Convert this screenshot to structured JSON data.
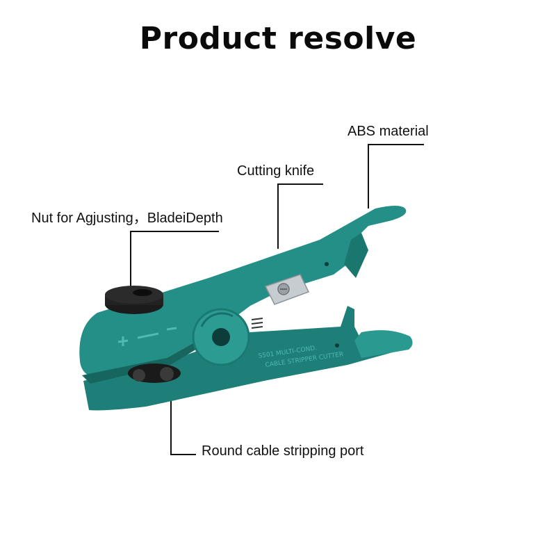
{
  "title": "Product resolve",
  "callouts": {
    "abs_material": "ABS material",
    "cutting_knife": "Cutting knife",
    "adjusting_nut": "Nut for Agjusting，BladeiDepth",
    "round_port": "Round cable stripping port"
  },
  "tool_body": {
    "model_text_line1": "S501 MULTI-COND.",
    "model_text_line2": "CABLE STRIPPER CUTTER",
    "color": "#1f8a82"
  }
}
